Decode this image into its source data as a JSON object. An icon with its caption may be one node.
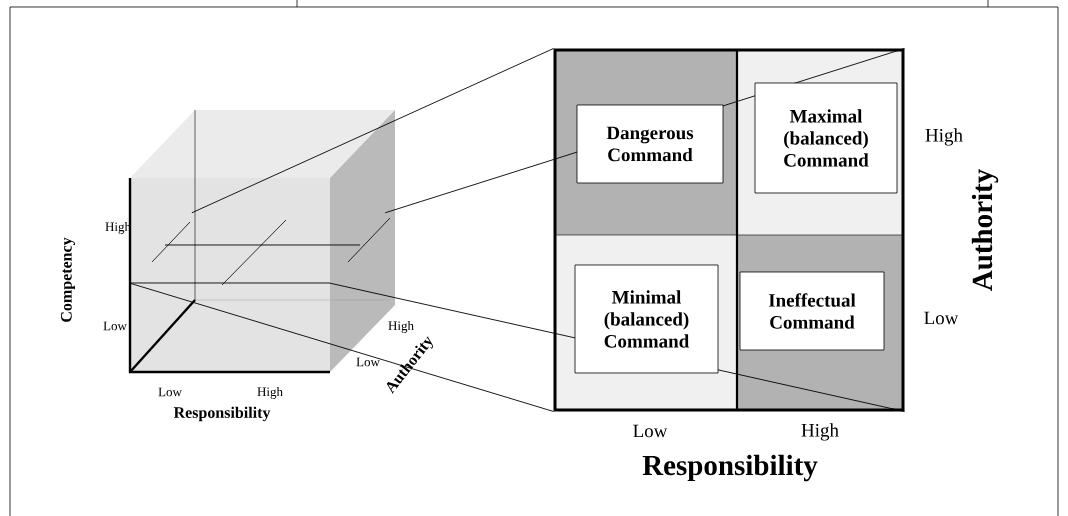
{
  "diagram": {
    "nodes": [
      {
        "text": [],
        "shape": "box"
      },
      {
        "text": [],
        "shape": "box"
      },
      {
        "text": [
          "Dangerous Command"
        ],
        "in": 1
      },
      {
        "text": [
          "Maximal (balanced) Command"
        ],
        "in": 1
      },
      {
        "text": [
          "Minimal (balanced) Command"
        ],
        "in": 1
      },
      {
        "text": [
          "Ineffectual Command"
        ],
        "in": 1
      }
    ],
    "edges": [
      {
        "from": 0,
        "to": 1,
        "arrow": "none"
      },
      {
        "from": 0,
        "to": 1,
        "arrow": "none"
      },
      {
        "from": 0,
        "to": 1,
        "arrow": "none"
      },
      {
        "from": 0,
        "to": 1,
        "arrow": "none"
      }
    ],
    "labels": [
      "High",
      "Low",
      "Competency",
      "Low",
      "High",
      "Responsibility",
      "High",
      "Low",
      "Authority",
      "High",
      "Low",
      "Authority",
      "Low",
      "High",
      "Responsibility"
    ]
  }
}
